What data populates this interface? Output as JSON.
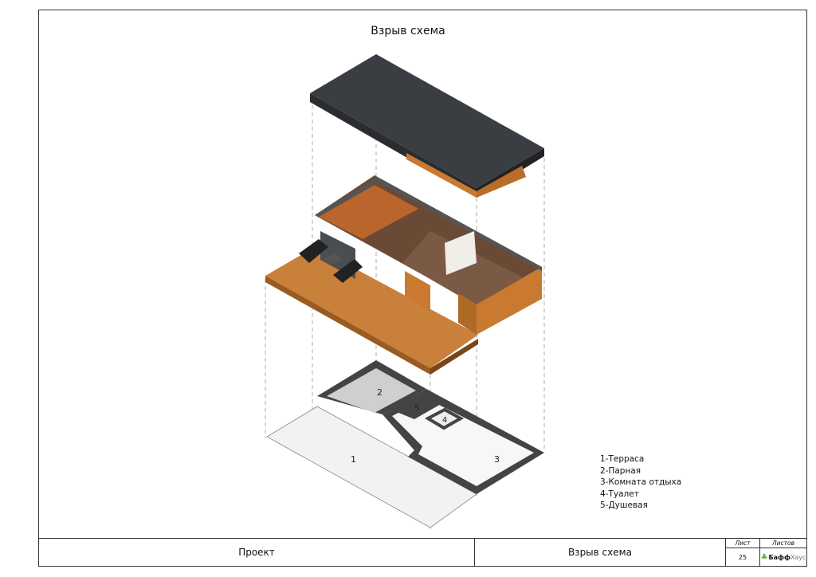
{
  "sheet_title": "Взрыв схема",
  "legend": [
    "1-Терраса",
    "2-Парная",
    "3-Комната отдыха",
    "4-Туалет",
    "5-Душевая"
  ],
  "plan_labels": [
    "1",
    "2",
    "3",
    "4",
    "5"
  ],
  "title_block": {
    "project": "Проект",
    "drawing_name": "Взрыв схема",
    "sheet_label": "Лист",
    "sheets_label": "Листов",
    "sheet_number": "25",
    "logo_bold": "Бафф",
    "logo_light": "Хаус"
  },
  "colors": {
    "roof": "#3a3d42",
    "wood": "#c97a30",
    "wall": "#555",
    "logo": "#6ab04c"
  }
}
